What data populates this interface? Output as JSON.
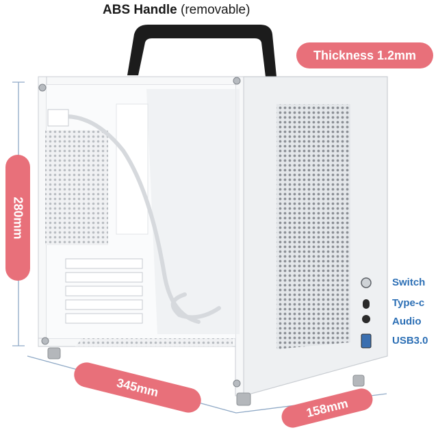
{
  "title": {
    "bold": "ABS Handle ",
    "light_open": "(",
    "light": "removable",
    "light_close": ")"
  },
  "dimensions": {
    "thickness": "Thickness 1.2mm",
    "height": "280mm",
    "width": "345mm",
    "depth": "158mm"
  },
  "ports": [
    {
      "label": "Switch"
    },
    {
      "label": "Type-c"
    },
    {
      "label": "Audio"
    },
    {
      "label": "USB3.0"
    }
  ],
  "colors": {
    "accent_pill": "#e8707a",
    "port_label": "#2c6fb5",
    "guide_line": "#8fa9c6",
    "case_body": "#f4f5f6",
    "handle": "#1c1c1c"
  }
}
